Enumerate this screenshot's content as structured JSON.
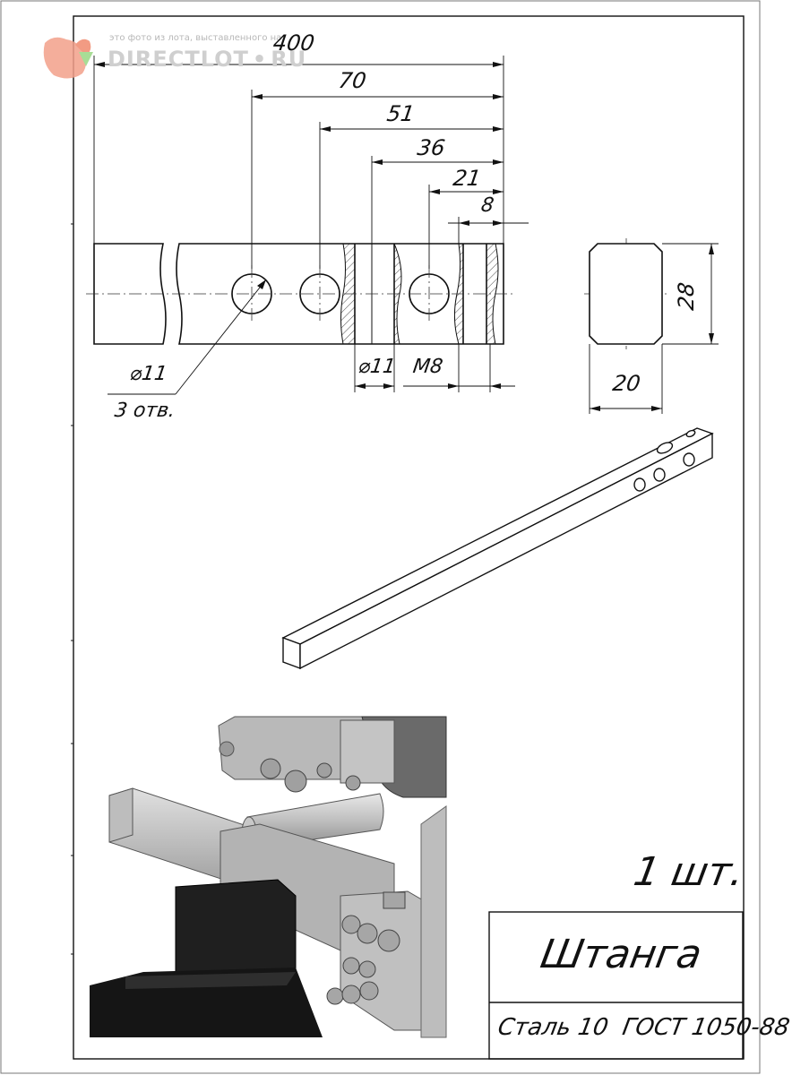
{
  "watermark": {
    "caption": "это фото из лота, выставленного на",
    "brand": "DIRECTLOT",
    "bullet": "•",
    "domain": "RU"
  },
  "dimensions": {
    "overall_length": "400",
    "d70": "70",
    "d51": "51",
    "d36": "36",
    "d21": "21",
    "d8": "8",
    "hole_dia": "⌀11",
    "holes_count": "3 отв.",
    "section_dia": "⌀11",
    "thread": "M8",
    "height": "28",
    "width": "20"
  },
  "title_block": {
    "quantity": "1 шт.",
    "part_name": "Штанга",
    "material": "Сталь 10  ГОСТ 1050-88"
  },
  "colors": {
    "line": "#111111",
    "metal_light": "#c9c9c9",
    "metal_mid": "#a8a8a8",
    "metal_dark": "#7d7d7d",
    "motor_black": "#1a1a1a",
    "watermark_orange": "#f08a6e",
    "watermark_green": "#8fd07a"
  }
}
